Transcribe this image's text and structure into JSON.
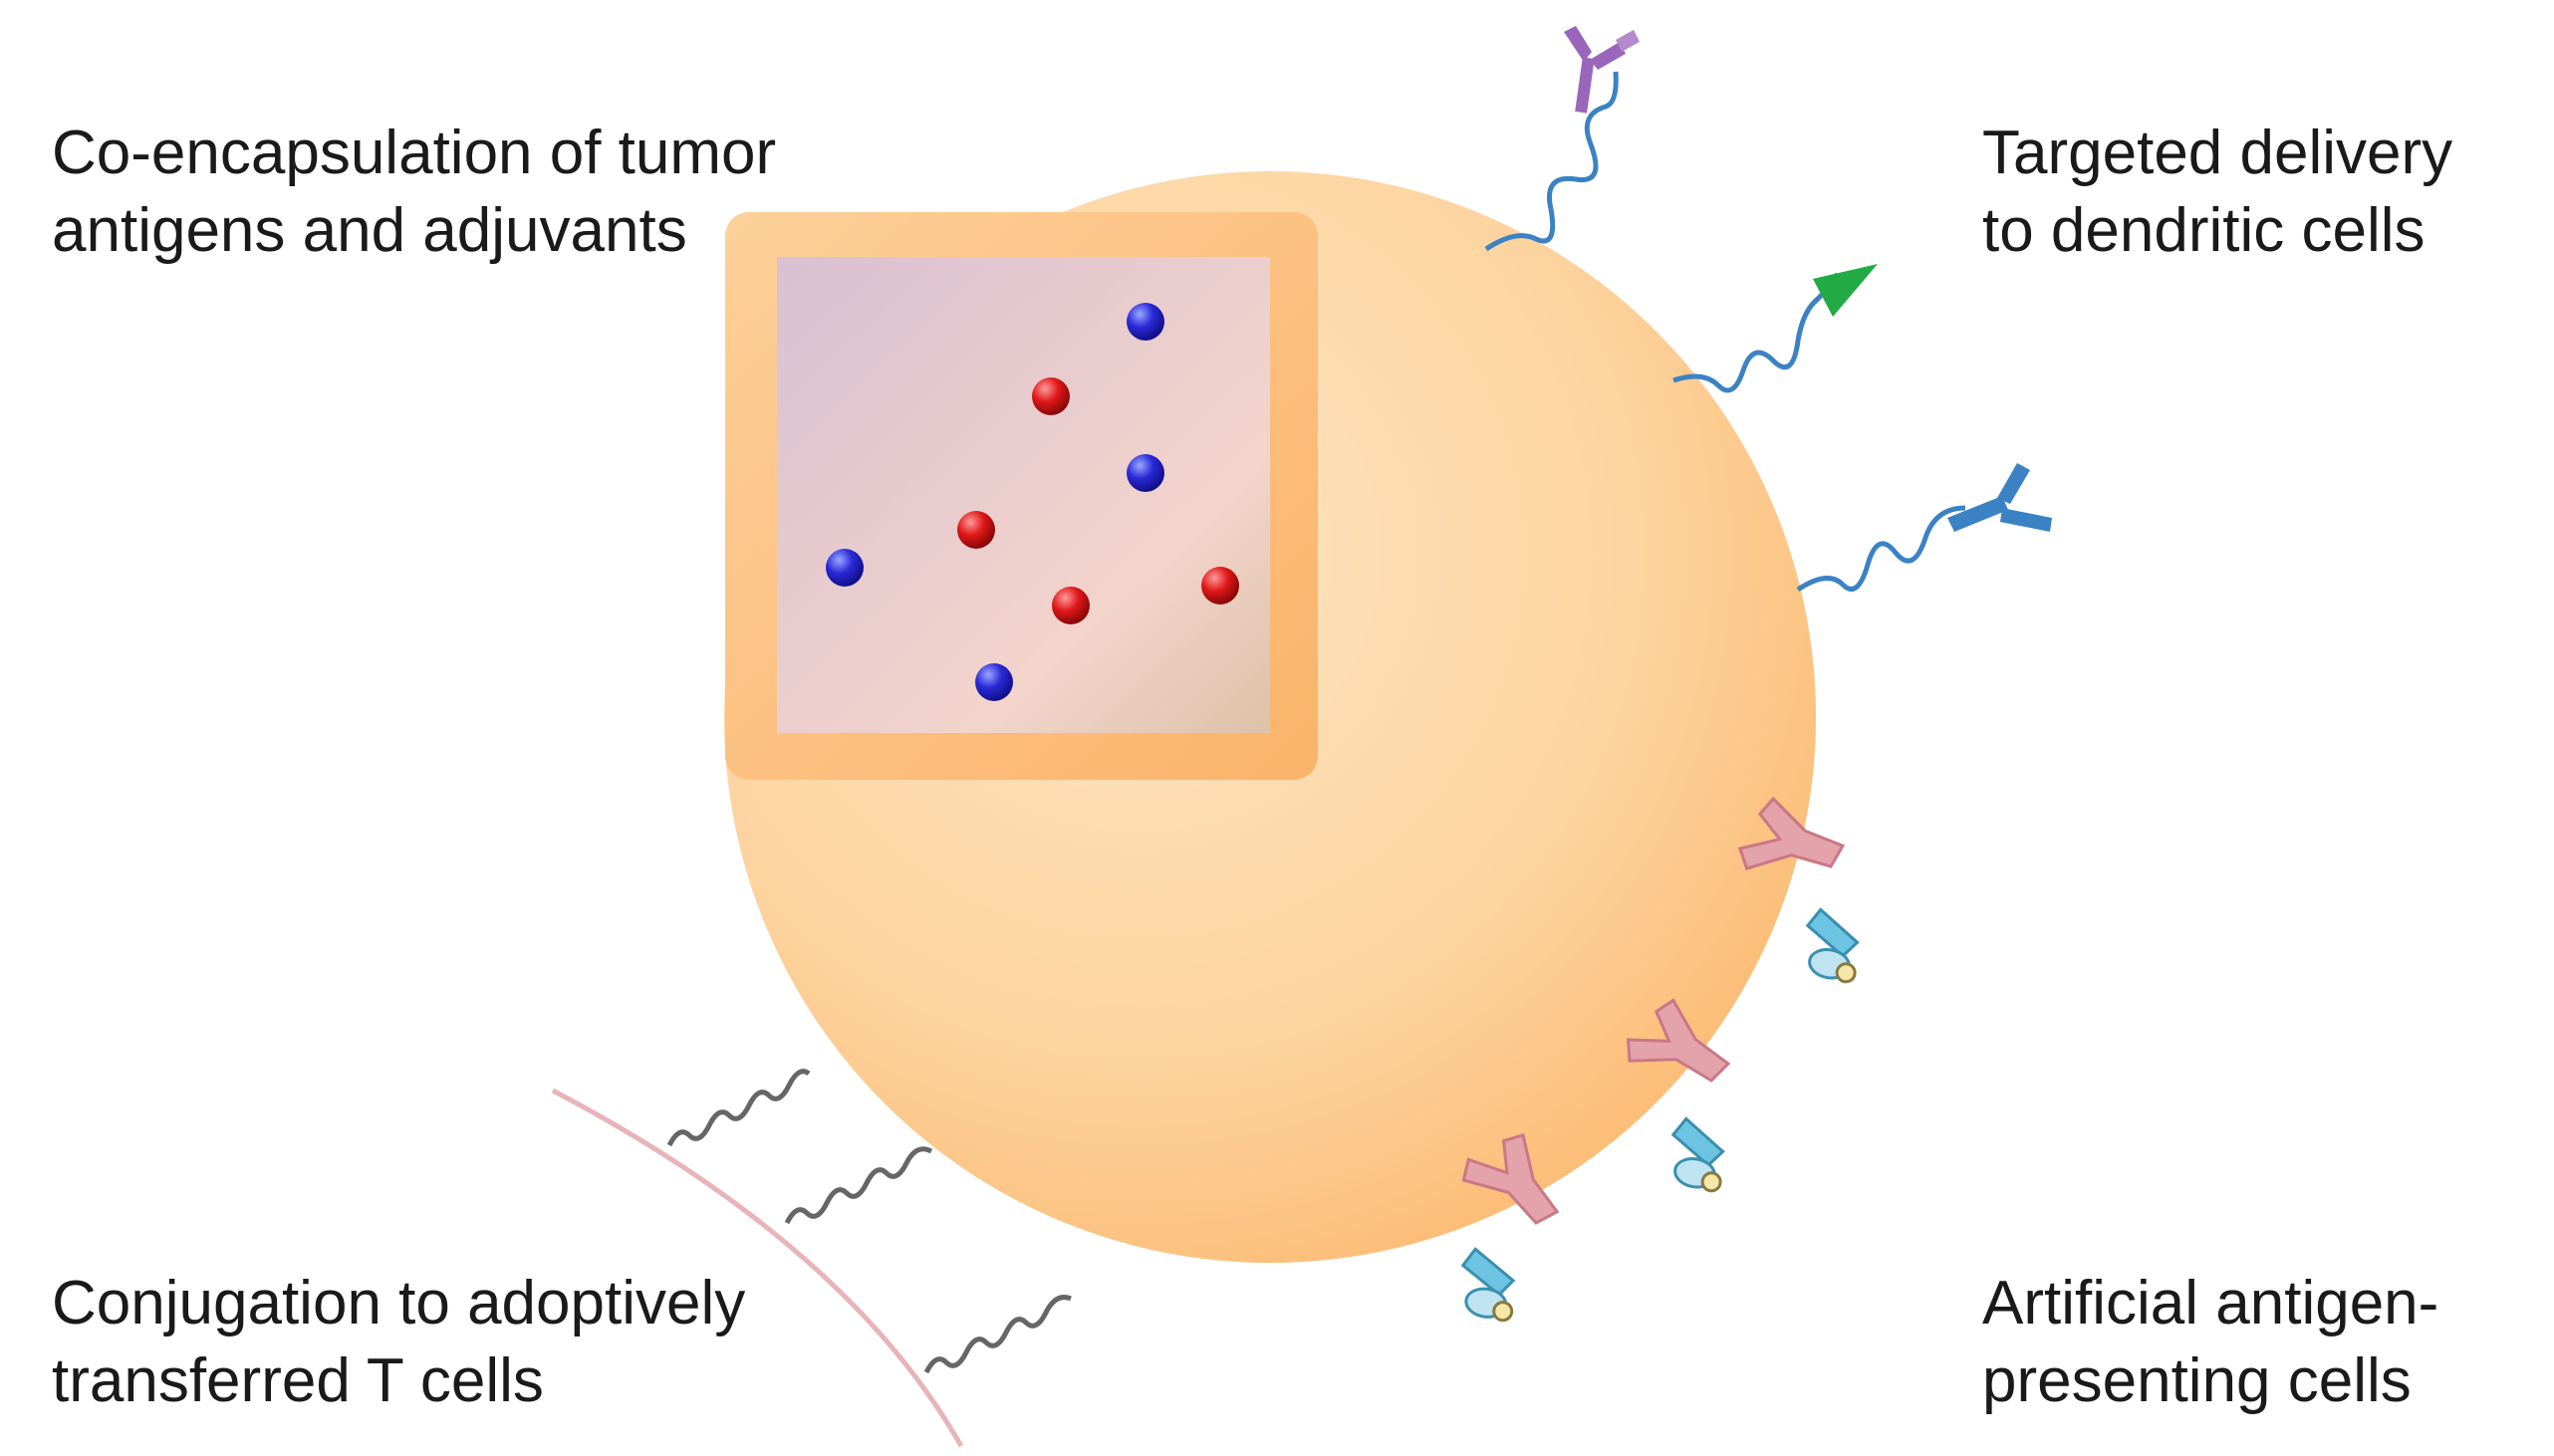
{
  "captions": {
    "top_left": [
      "Co-encapsulation of tumor",
      "antigens and adjuvants"
    ],
    "top_right": [
      "Targeted delivery",
      "to dendritic cells"
    ],
    "bottom_left": [
      "Conjugation to adoptively",
      "transferred T cells"
    ],
    "bottom_right": [
      "Artificial antigen-",
      "presenting cells"
    ]
  },
  "colors": {
    "nanoparticle": "#fdd9a8",
    "core_fill": "#e8cfd6",
    "adjuvant_bead": "#2222cc",
    "antigen_bead": "#dd1111",
    "ligand_purple": "#9966bb",
    "ligand_green": "#22aa44",
    "ligand_blue": "#3b82c4",
    "tcr_pink": "#d98a96",
    "mhc_blue": "#5cb8d8",
    "t_cell_membrane": "#e8b4b8",
    "linker_gray": "#666666"
  },
  "icons": [
    "antibody-ligand-icon",
    "arrowhead-ligand-icon",
    "tcr-receptor-icon",
    "mhc-complex-icon"
  ]
}
